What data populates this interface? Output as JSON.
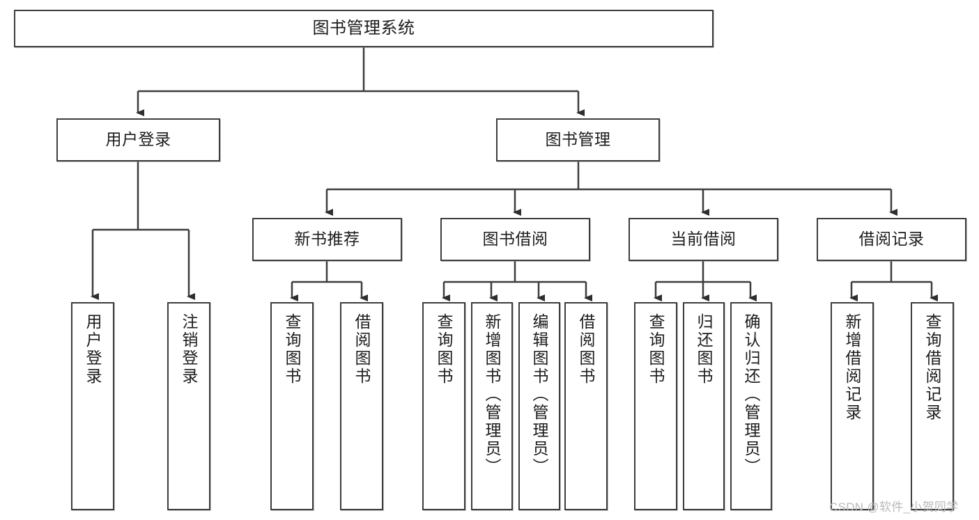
{
  "diagram": {
    "title": "图书管理系统",
    "type": "tree-hierarchy-chart",
    "root": {
      "label": "图书管理系统"
    },
    "level2": [
      {
        "label": "用户登录"
      },
      {
        "label": "图书管理"
      }
    ],
    "level3": [
      {
        "label": "新书推荐"
      },
      {
        "label": "图书借阅"
      },
      {
        "label": "当前借阅"
      },
      {
        "label": "借阅记录"
      }
    ],
    "leaves": {
      "user_login": [
        {
          "label": "用户登录"
        },
        {
          "label": "注销登录"
        }
      ],
      "new_book_recommend": [
        {
          "label": "查询图书"
        },
        {
          "label": "借阅图书"
        }
      ],
      "book_borrow": [
        {
          "label": "查询图书"
        },
        {
          "label": "新增图书（管理员）"
        },
        {
          "label": "编辑图书（管理员）"
        },
        {
          "label": "借阅图书"
        }
      ],
      "current_borrow": [
        {
          "label": "查询图书"
        },
        {
          "label": "归还图书"
        },
        {
          "label": "确认归还（管理员）"
        }
      ],
      "borrow_record": [
        {
          "label": "新增借阅记录"
        },
        {
          "label": "查询借阅记录"
        }
      ]
    }
  },
  "watermark": {
    "text": "CSDN @软件_小贺同学"
  },
  "colors": {
    "stroke": "#3c3c3c",
    "background": "#ffffff",
    "text": "#1c1c1c",
    "watermark": "#b9b9b9"
  }
}
